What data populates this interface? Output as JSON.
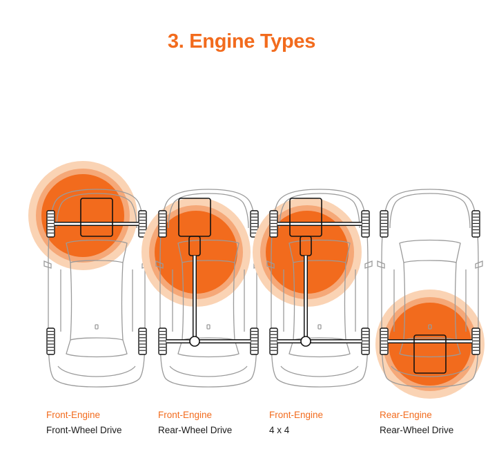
{
  "title": "3. Engine Types",
  "colors": {
    "accent": "#F26B1D",
    "glow_light": "#FAD3B4",
    "glow_mid": "#F5A878",
    "body_line": "#9a9a9a",
    "mech_line": "#111111",
    "text_dark": "#1a1a1a"
  },
  "cars": [
    {
      "engine_type": "Front-Engine",
      "drive": "Front-Wheel Drive",
      "engine_position": "front",
      "drivetrain": "front-axle"
    },
    {
      "engine_type": "Front-Engine",
      "drive": "Rear-Wheel Drive",
      "engine_position": "front",
      "drivetrain": "rear-shaft"
    },
    {
      "engine_type": "Front-Engine",
      "drive": "4 x 4",
      "engine_position": "front",
      "drivetrain": "all-wheel"
    },
    {
      "engine_type": "Rear-Engine",
      "drive": "Rear-Wheel Drive",
      "engine_position": "rear",
      "drivetrain": "rear-axle"
    }
  ]
}
